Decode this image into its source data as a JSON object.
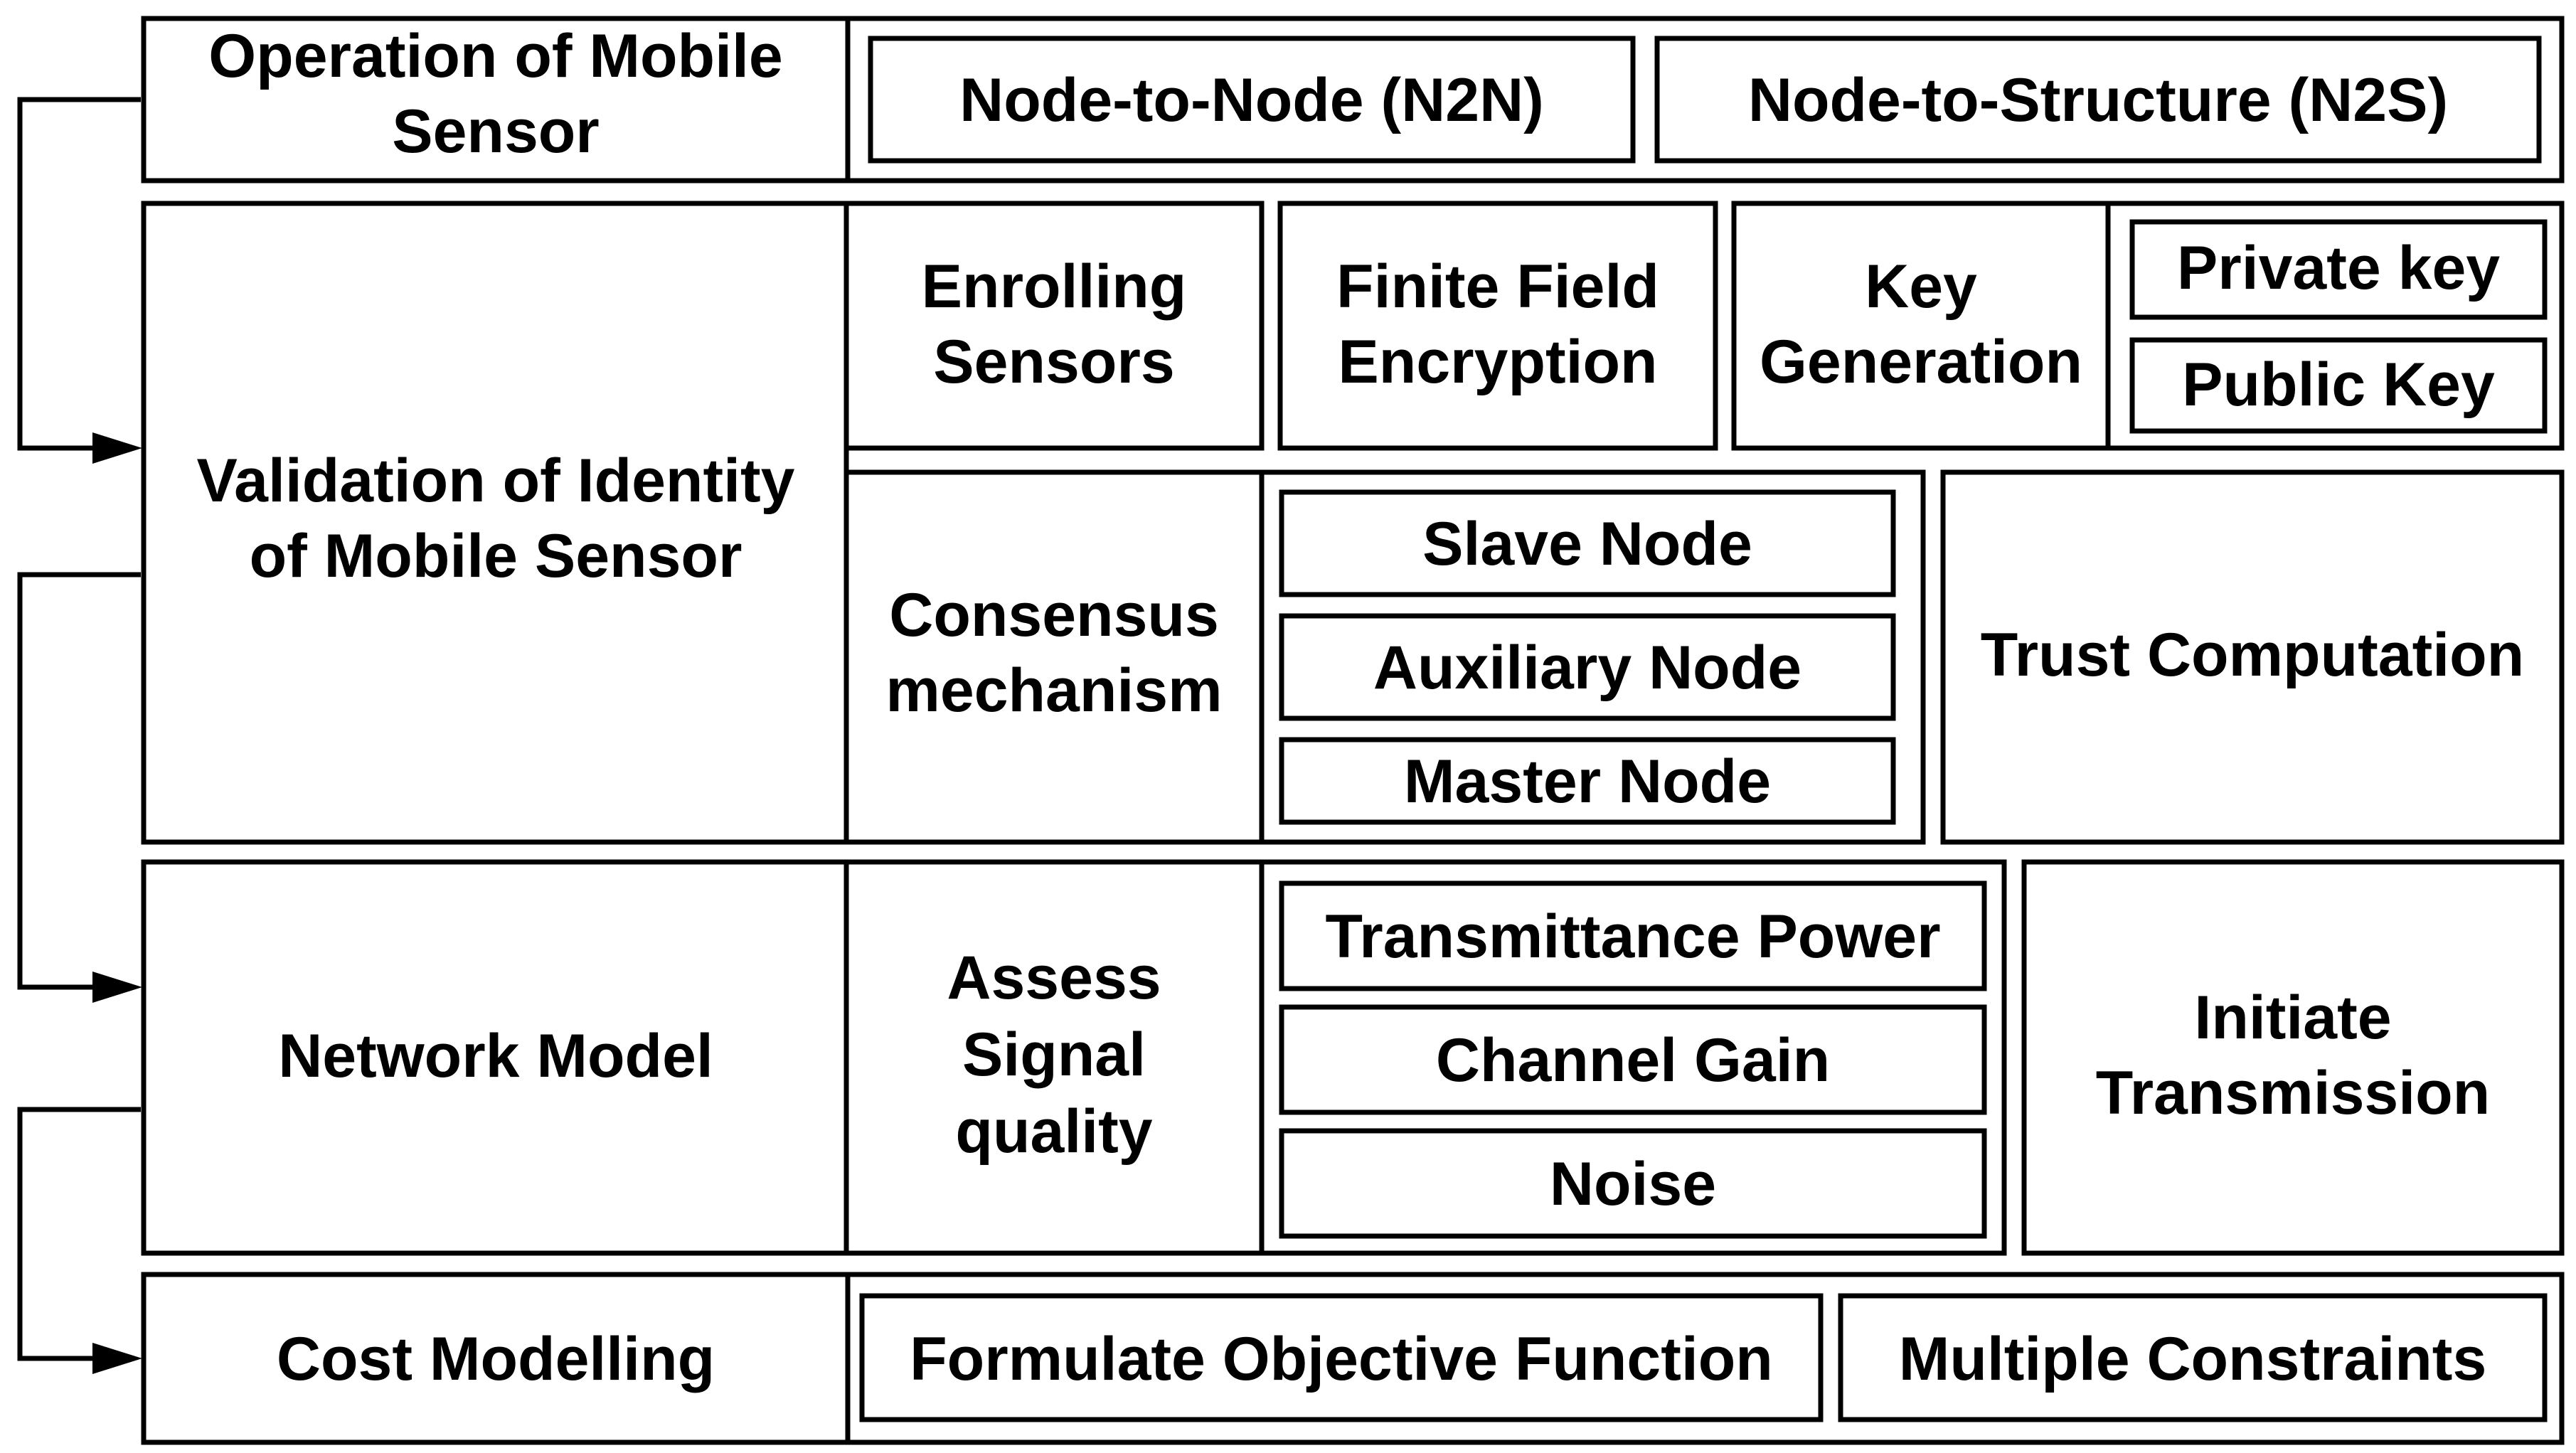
{
  "diagram": {
    "operation": {
      "title_line1": "Operation of Mobile",
      "title_line2": "Sensor",
      "n2n": "Node-to-Node (N2N)",
      "n2s": "Node-to-Structure (N2S)"
    },
    "validation": {
      "title_line1": "Validation of Identity",
      "title_line2": "of Mobile Sensor",
      "enrolling_line1": "Enrolling",
      "enrolling_line2": "Sensors",
      "finite_line1": "Finite Field",
      "finite_line2": "Encryption",
      "keygen_line1": "Key",
      "keygen_line2": "Generation",
      "private_key": "Private key",
      "public_key": "Public Key",
      "consensus_line1": "Consensus",
      "consensus_line2": "mechanism",
      "slave_node": "Slave Node",
      "auxiliary_node": "Auxiliary Node",
      "master_node": "Master Node",
      "trust": "Trust Computation"
    },
    "network": {
      "title": "Network Model",
      "assess_line1": "Assess",
      "assess_line2": "Signal",
      "assess_line3": "quality",
      "transmittance": "Transmittance Power",
      "channel_gain": "Channel Gain",
      "noise": "Noise",
      "initiate_line1": "Initiate",
      "initiate_line2": "Transmission"
    },
    "cost": {
      "title": "Cost Modelling",
      "objective": "Formulate Objective Function",
      "constraints": "Multiple Constraints"
    }
  }
}
